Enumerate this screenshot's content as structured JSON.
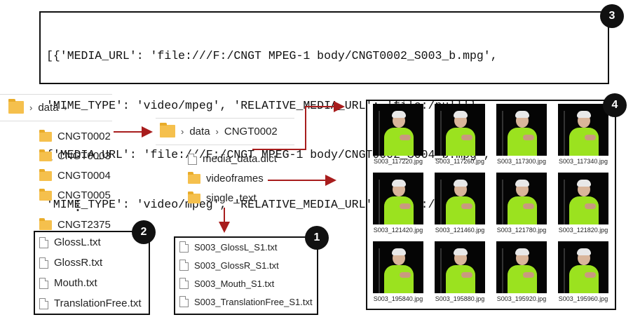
{
  "code_block": {
    "lines": [
      "[{'MEDIA_URL': 'file:///F:/CNGT MPEG-1 body/CNGT0002_S003_b.mpg',",
      "'MIME_TYPE': 'video/mpeg', 'RELATIVE_MEDIA_URL': 'file:/null'},",
      "{'MEDIA_URL': 'file:///F:/CNGT MPEG-1 body/CNGT0002_S004_b.mpg',",
      "'MIME_TYPE': 'video/mpeg', 'RELATIVE_MEDIA_URL': 'file:/null'}]"
    ],
    "badge": "3"
  },
  "root": {
    "breadcrumb": [
      "data"
    ],
    "folders": [
      "CNGT0002",
      "CNGT0003",
      "CNGT0004",
      "CNGT0005",
      "CNGT2375"
    ],
    "ellipsis": "⋮"
  },
  "gloss_box": {
    "badge": "2",
    "files": [
      "GlossL.txt",
      "GlossR.txt",
      "Mouth.txt",
      "TranslationFree.txt"
    ]
  },
  "subfolder": {
    "breadcrumb": [
      "data",
      "CNGT0002"
    ],
    "items": [
      {
        "type": "file",
        "name": "media_data.dict"
      },
      {
        "type": "folder",
        "name": "videoframes"
      },
      {
        "type": "folder",
        "name": "single_text"
      }
    ]
  },
  "single_text_box": {
    "badge": "1",
    "files": [
      "S003_GlossL_S1.txt",
      "S003_GlossR_S1.txt",
      "S003_Mouth_S1.txt",
      "S003_TranslationFree_S1.txt"
    ]
  },
  "frames": {
    "badge": "4",
    "captions": [
      "S003_117220.jpg",
      "S003_117260.jpg",
      "S003_117300.jpg",
      "S003_117340.jpg",
      "S003_121420.jpg",
      "S003_121460.jpg",
      "S003_121780.jpg",
      "S003_121820.jpg",
      "S003_195840.jpg",
      "S003_195880.jpg",
      "S003_195920.jpg",
      "S003_195960.jpg"
    ]
  },
  "colors": {
    "arrow": "#a81d1d",
    "folder": "#f5c04d",
    "shirt": "#9be21f"
  }
}
